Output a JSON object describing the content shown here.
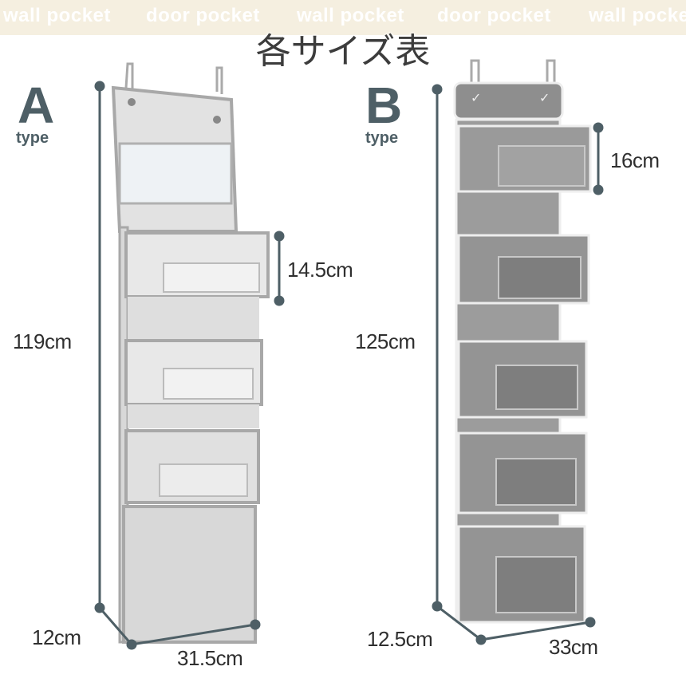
{
  "banner": {
    "words": [
      "wall pocket",
      "door pocket",
      "wall pocket",
      "door pocket",
      "wall pocket"
    ]
  },
  "title": "各サイズ表",
  "product_a": {
    "letter": "A",
    "type": "type",
    "height": "119cm",
    "pocket_height": "14.5cm",
    "depth": "12cm",
    "width": "31.5cm"
  },
  "product_b": {
    "letter": "B",
    "type": "type",
    "height": "125cm",
    "pocket_height": "16cm",
    "depth": "12.5cm",
    "width": "33cm"
  },
  "colors": {
    "banner": "#f5efe0",
    "dimension_line": "#4e5f66",
    "fabric_a": "#dcdcdc",
    "fabric_b": "#9a9a9a"
  }
}
